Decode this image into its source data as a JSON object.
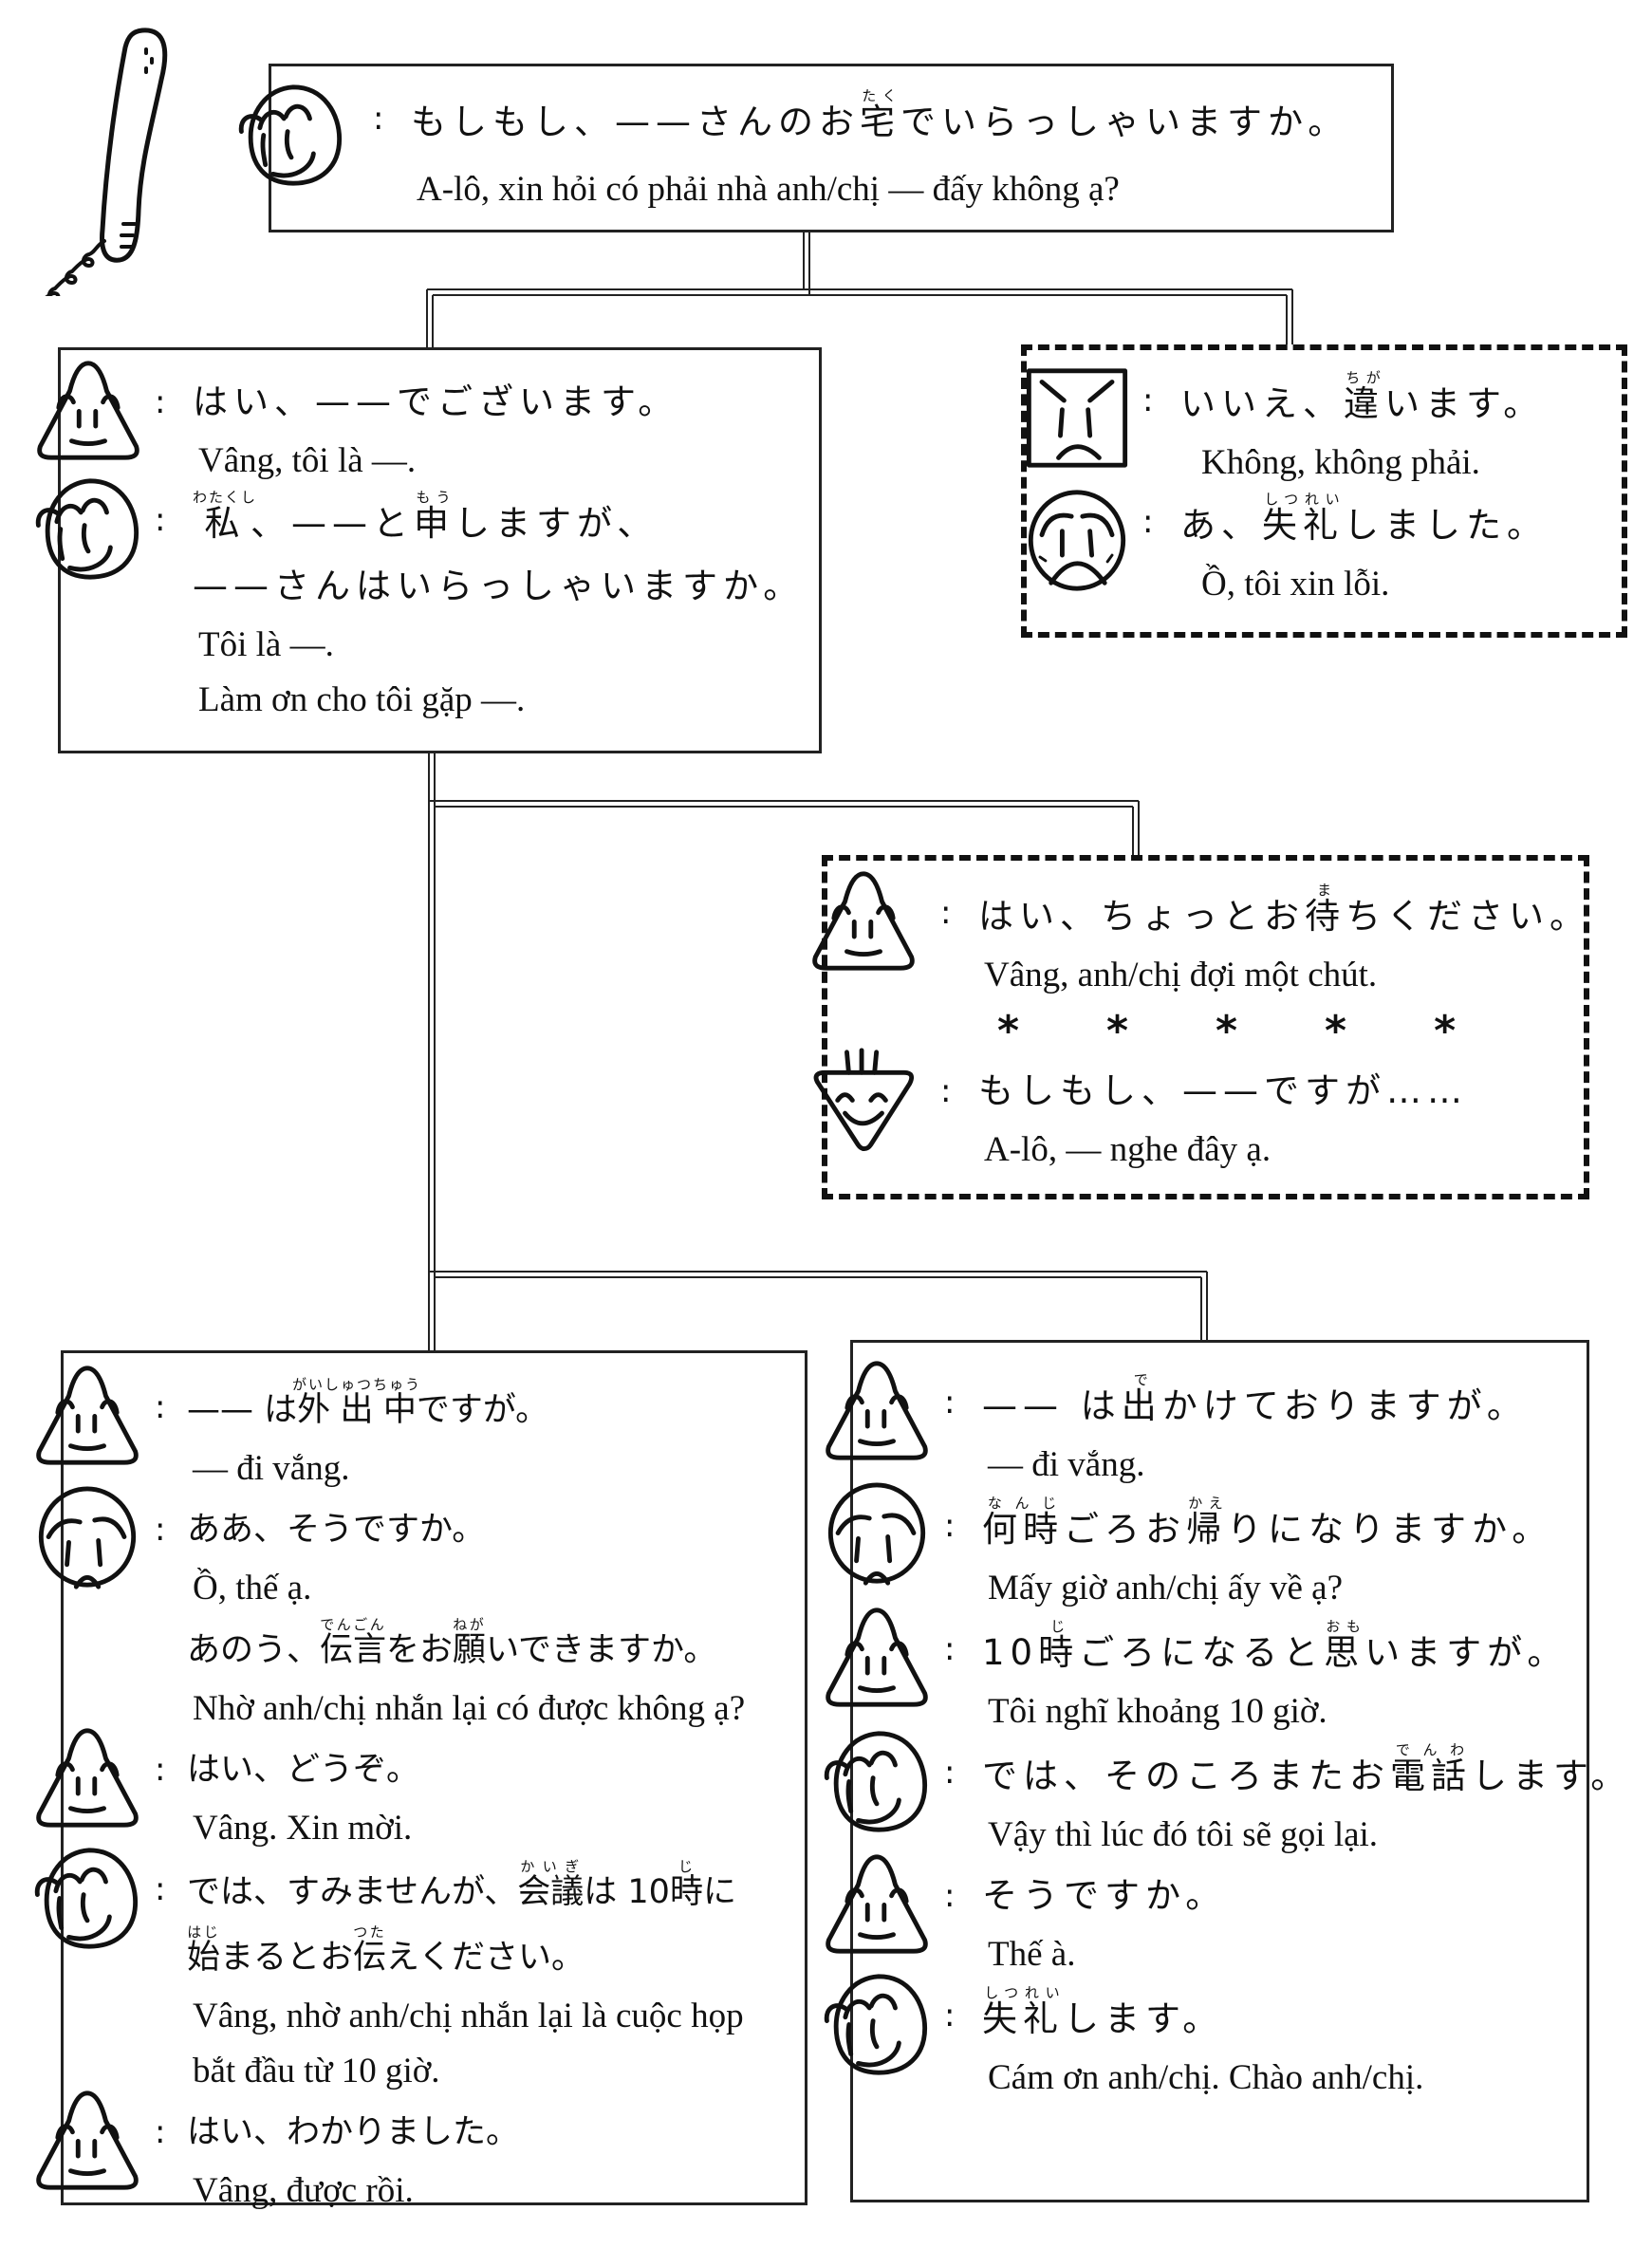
{
  "separator": ":",
  "boxes": [
    {
      "utterances": [
        {
          "face": "caller",
          "lines": [
            {
              "jp": [
                "もしもし、——さんのお",
                [
                  "宅",
                  "たく"
                ],
                "でいらっしゃいますか。"
              ]
            },
            {
              "vi": "A-lô, xin hỏi có phải nhà anh/chị — đấy không ạ?"
            }
          ]
        }
      ]
    },
    {
      "utterances": [
        {
          "face": "receiver",
          "lines": [
            {
              "jp": [
                "はい、——でございます。"
              ]
            },
            {
              "vi": "Vâng, tôi là —."
            }
          ]
        },
        {
          "face": "caller",
          "lines": [
            {
              "jp": [
                [
                  "私",
                  "わたくし"
                ],
                "、——と",
                [
                  "申",
                  "もう"
                ],
                "しますが、"
              ]
            },
            {
              "jp": [
                "——さんはいらっしゃいますか。"
              ]
            },
            {
              "vi": "Tôi là —."
            },
            {
              "vi": "Làm ơn cho tôi gặp —."
            }
          ]
        }
      ]
    },
    {
      "utterances": [
        {
          "face": "angry",
          "lines": [
            {
              "jp": [
                "いいえ、",
                [
                  "違",
                  "ちが"
                ],
                "います。"
              ]
            },
            {
              "vi": "Không, không phải."
            }
          ]
        },
        {
          "face": "sorry",
          "lines": [
            {
              "jp": [
                "あ、",
                [
                  "失礼",
                  "しつれい"
                ],
                "しました。"
              ]
            },
            {
              "vi": "Ồ, tôi xin lỗi."
            }
          ]
        }
      ]
    },
    {
      "utterances": [
        {
          "face": "receiver",
          "lines": [
            {
              "jp": [
                "はい、ちょっとお",
                [
                  "待",
                  "ま"
                ],
                "ちください。"
              ]
            },
            {
              "vi": "Vâng, anh/chị đợi một chút."
            }
          ]
        },
        {
          "divider": [
            "*",
            "*",
            "*",
            "*",
            "*"
          ]
        },
        {
          "face": "target",
          "lines": [
            {
              "jp": [
                "もしもし、——ですが……"
              ]
            },
            {
              "vi": "A-lô, — nghe đây ạ."
            }
          ]
        }
      ]
    },
    {
      "utterances": [
        {
          "face": "receiver",
          "lines": [
            {
              "jp": [
                "—— は",
                [
                  "外出中",
                  "がいしゅつちゅう"
                ],
                "ですが。"
              ]
            },
            {
              "vi": "— đi vắng."
            }
          ]
        },
        {
          "face": "worried",
          "lines": [
            {
              "jp": [
                "ああ、そうですか。"
              ]
            },
            {
              "vi": "Ồ, thế ạ."
            },
            {
              "jp": [
                "あのう、",
                [
                  "伝言",
                  "でんごん"
                ],
                "をお",
                [
                  "願",
                  "ねが"
                ],
                "いできますか。"
              ]
            },
            {
              "vi": "Nhờ anh/chị nhắn lại có được không ạ?"
            }
          ]
        },
        {
          "face": "receiver",
          "lines": [
            {
              "jp": [
                "はい、どうぞ。"
              ]
            },
            {
              "vi": "Vâng. Xin mời."
            }
          ]
        },
        {
          "face": "caller",
          "lines": [
            {
              "jp": [
                "では、すみませんが、",
                [
                  "会議",
                  "かいぎ"
                ],
                "は 10",
                [
                  "時",
                  "じ"
                ],
                "に"
              ]
            },
            {
              "jp": [
                [
                  "始",
                  "はじ"
                ],
                "まるとお",
                [
                  "伝",
                  "つた"
                ],
                "えください。"
              ]
            },
            {
              "vi": "Vâng, nhờ anh/chị nhắn lại là cuộc họp"
            },
            {
              "vi": "bắt đầu từ 10 giờ."
            }
          ]
        },
        {
          "face": "receiver",
          "lines": [
            {
              "jp": [
                "はい、わかりました。"
              ]
            },
            {
              "vi": "Vâng, được rồi."
            }
          ]
        }
      ]
    },
    {
      "utterances": [
        {
          "face": "receiver",
          "lines": [
            {
              "jp": [
                "—— は",
                [
                  "出",
                  "で"
                ],
                "かけておりますが。"
              ]
            },
            {
              "vi": "— đi vắng."
            }
          ]
        },
        {
          "face": "worried",
          "lines": [
            {
              "jp": [
                [
                  "何時",
                  "なんじ"
                ],
                "ごろお",
                [
                  "帰",
                  "かえ"
                ],
                "りになりますか。"
              ]
            },
            {
              "vi": "Mấy giờ anh/chị ấy về ạ?"
            }
          ]
        },
        {
          "face": "receiver",
          "lines": [
            {
              "jp": [
                "10",
                [
                  "時",
                  "じ"
                ],
                "ごろになると",
                [
                  "思",
                  "おも"
                ],
                "いますが。"
              ]
            },
            {
              "vi": "Tôi nghĩ khoảng 10 giờ."
            }
          ]
        },
        {
          "face": "caller",
          "lines": [
            {
              "jp": [
                "では、そのころまたお",
                [
                  "電話",
                  "でんわ"
                ],
                "します。"
              ]
            },
            {
              "vi": "Vậy thì lúc đó tôi sẽ gọi lại."
            }
          ]
        },
        {
          "face": "receiver",
          "lines": [
            {
              "jp": [
                "そうですか。"
              ]
            },
            {
              "vi": "Thế à."
            }
          ]
        },
        {
          "face": "caller",
          "lines": [
            {
              "jp": [
                [
                  "失礼",
                  "しつれい"
                ],
                "します。"
              ]
            },
            {
              "vi": "Cám ơn anh/chị. Chào anh/chị."
            }
          ]
        }
      ]
    }
  ]
}
